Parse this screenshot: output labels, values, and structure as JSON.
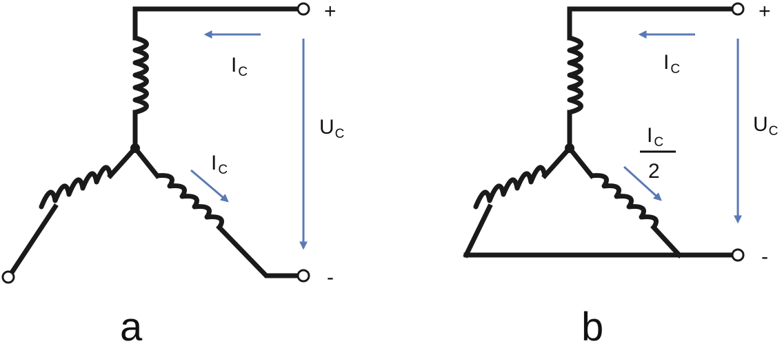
{
  "colors": {
    "wire": "#1a1a1a",
    "arrow": "#5b79b5"
  },
  "panel_a": {
    "label": "a",
    "top_current": {
      "symbol": "I",
      "sub": "C"
    },
    "branch_current": {
      "symbol": "I",
      "sub": "C"
    },
    "voltage": {
      "symbol": "U",
      "sub": "C"
    },
    "plus": "+",
    "minus": "-"
  },
  "panel_b": {
    "label": "b",
    "top_current": {
      "symbol": "I",
      "sub": "C"
    },
    "branch_current": {
      "symbol": "I",
      "sub": "C",
      "denominator": "2"
    },
    "voltage": {
      "symbol": "U",
      "sub": "C"
    },
    "plus": "+",
    "minus": "-"
  }
}
